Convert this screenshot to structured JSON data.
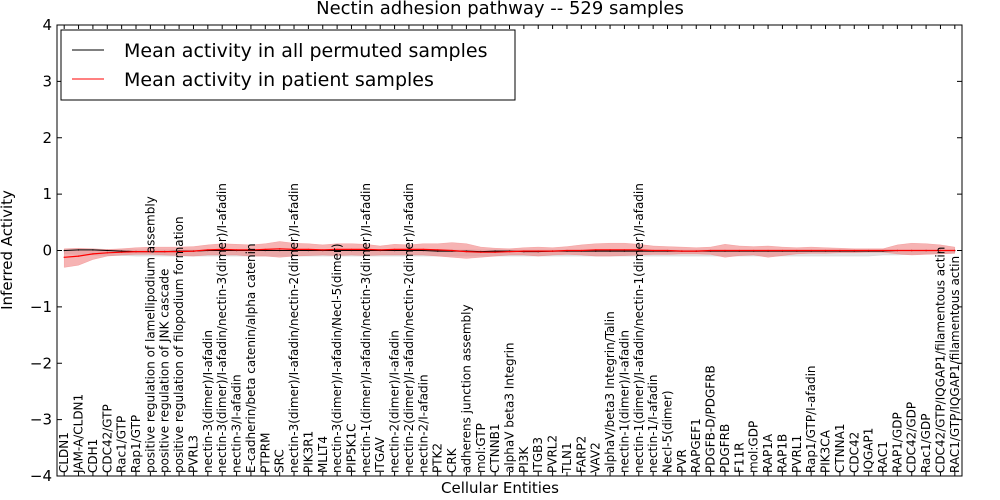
{
  "chart_data": {
    "type": "line",
    "title": "Nectin adhesion pathway -- 529 samples",
    "xlabel": "Cellular Entities",
    "ylabel": "Inferred Activity",
    "ylim": [
      -4,
      4
    ],
    "yticks": [
      "4",
      "3",
      "2",
      "1",
      "0",
      "−1",
      "−2",
      "−3",
      "−4"
    ],
    "legend_position": "top-left",
    "colors": {
      "permuted": "#000000",
      "patient": "#ff0000",
      "patient_band": "#f08080",
      "permuted_band": "#c8c8c8"
    },
    "categories": [
      "CLDN1",
      "JAM-A/CLDN1",
      "CDH1",
      "CDC42/GTP",
      "Rac1/GTP",
      "Rap1/GTP",
      "positive regulation of lamellipodium assembly",
      "positive regulation of JNK cascade",
      "positive regulation of filopodium formation",
      "PVRL3",
      "nectin-3(dimer)/I-afadin",
      "nectin-3(dimer)/I-afadin/nectin-3(dimer)/I-afadin",
      "nectin-3/I-afadin",
      "E-cadherin/beta catenin/alpha catenin",
      "PTPRM",
      "SRC",
      "nectin-3(dimer)/I-afadin/nectin-2(dimer)/I-afadin",
      "PIK3R1",
      "MLLT4",
      "nectin-3(dimer)/I-afadin/Necl-5(dimer)",
      "PIP5K1C",
      "nectin-1(dimer)/I-afadin/nectin-3(dimer)/I-afadin",
      "ITGAV",
      "nectin-2(dimer)/I-afadin",
      "nectin-2(dimer)/I-afadin/nectin-2(dimer)/I-afadin",
      "nectin-2/I-afadin",
      "PTK2",
      "CRK",
      "adherens junction assembly",
      "mol:GTP",
      "CTNNB1",
      "alphaV beta3 Integrin",
      "PI3K",
      "ITGB3",
      "PVRL2",
      "TLN1",
      "FARP2",
      "VAV2",
      "alphaV/beta3 Integrin/Talin",
      "nectin-1(dimer)/I-afadin",
      "nectin-1(dimer)/I-afadin/nectin-1(dimer)/I-afadin",
      "nectin-1/I-afadin",
      "Necl-5(dimer)",
      "PVR",
      "RAPGEF1",
      "PDGFB-D/PDGFRB",
      "PDGFRB",
      "F11R",
      "mol:GDP",
      "RAP1A",
      "RAP1B",
      "PVRL1",
      "Rap1/GTP/I-afadin",
      "PIK3CA",
      "CTNNA1",
      "CDC42",
      "IQGAP1",
      "RAC1",
      "RAP1/GDP",
      "CDC42/GDP",
      "Rac1/GDP",
      "CDC42/GTP/IQGAP1/filamentous actin",
      "RAC1/GTP/IQGAP1/filamentous actin"
    ],
    "series": [
      {
        "name": "Mean activity in all permuted samples",
        "color": "#000000",
        "values": [
          0.0,
          0.01,
          0.01,
          0.0,
          -0.01,
          -0.02,
          -0.02,
          -0.02,
          -0.01,
          -0.01,
          0.0,
          0.0,
          0.0,
          0.0,
          0.0,
          0.0,
          0.0,
          0.0,
          0.0,
          0.0,
          0.0,
          0.0,
          0.0,
          0.0,
          0.0,
          0.0,
          -0.01,
          -0.01,
          -0.01,
          -0.02,
          -0.01,
          -0.01,
          -0.02,
          -0.02,
          -0.01,
          -0.01,
          -0.01,
          -0.01,
          -0.01,
          -0.01,
          -0.01,
          -0.01,
          -0.01,
          -0.01,
          -0.01,
          -0.01,
          -0.01,
          -0.01,
          -0.01,
          -0.01,
          -0.01,
          -0.01,
          -0.01,
          -0.01,
          -0.01,
          -0.01,
          -0.01,
          -0.01,
          0.0,
          0.0,
          0.0,
          0.0,
          0.0
        ]
      },
      {
        "name": "Mean activity in patient samples",
        "color": "#ff0000",
        "values": [
          -0.12,
          -0.1,
          -0.06,
          -0.04,
          -0.03,
          -0.02,
          -0.02,
          -0.02,
          -0.02,
          -0.01,
          0.01,
          0.02,
          0.01,
          0.01,
          0.02,
          0.03,
          0.02,
          0.02,
          0.01,
          0.02,
          0.02,
          0.02,
          0.01,
          0.02,
          0.02,
          0.02,
          0.01,
          0.0,
          -0.02,
          -0.03,
          -0.03,
          -0.02,
          -0.01,
          -0.01,
          -0.01,
          0.0,
          0.0,
          0.01,
          0.01,
          0.01,
          0.01,
          0.0,
          0.0,
          -0.01,
          -0.01,
          0.0,
          0.0,
          0.0,
          0.0,
          0.0,
          0.0,
          0.0,
          0.0,
          0.0,
          0.0,
          0.0,
          0.0,
          0.0,
          0.0,
          0.0,
          0.0,
          0.0,
          0.0
        ]
      }
    ],
    "patient_band": {
      "upper": [
        0.03,
        0.04,
        0.03,
        0.02,
        0.03,
        0.05,
        0.06,
        0.06,
        0.06,
        0.07,
        0.1,
        0.12,
        0.11,
        0.1,
        0.12,
        0.16,
        0.13,
        0.12,
        0.1,
        0.12,
        0.12,
        0.11,
        0.08,
        0.11,
        0.1,
        0.12,
        0.12,
        0.14,
        0.12,
        0.06,
        0.04,
        0.03,
        0.05,
        0.06,
        0.05,
        0.07,
        0.1,
        0.12,
        0.13,
        0.13,
        0.11,
        0.08,
        0.07,
        0.06,
        0.05,
        0.06,
        0.11,
        0.08,
        0.07,
        0.08,
        0.06,
        0.05,
        0.06,
        0.05,
        0.04,
        0.03,
        0.03,
        0.03,
        0.1,
        0.13,
        0.12,
        0.1,
        0.06
      ],
      "lower": [
        -0.3,
        -0.26,
        -0.16,
        -0.1,
        -0.08,
        -0.07,
        -0.07,
        -0.08,
        -0.09,
        -0.1,
        -0.08,
        -0.08,
        -0.08,
        -0.1,
        -0.1,
        -0.12,
        -0.1,
        -0.09,
        -0.08,
        -0.09,
        -0.08,
        -0.09,
        -0.08,
        -0.08,
        -0.08,
        -0.08,
        -0.1,
        -0.12,
        -0.14,
        -0.12,
        -0.1,
        -0.08,
        -0.08,
        -0.1,
        -0.08,
        -0.07,
        -0.08,
        -0.1,
        -0.1,
        -0.09,
        -0.08,
        -0.07,
        -0.07,
        -0.06,
        -0.06,
        -0.07,
        -0.12,
        -0.09,
        -0.08,
        -0.12,
        -0.09,
        -0.06,
        -0.05,
        -0.05,
        -0.04,
        -0.04,
        -0.03,
        -0.03,
        -0.06,
        -0.08,
        -0.07,
        -0.06,
        -0.05
      ]
    },
    "permuted_band": {
      "upper": [
        0.01,
        0.01,
        0.01,
        0.01,
        0.01,
        0.01,
        0.01,
        0.01,
        0.01,
        0.01,
        0.01,
        0.01,
        0.01,
        0.01,
        0.01,
        0.01,
        0.01,
        0.01,
        0.01,
        0.01,
        0.01,
        0.01,
        0.01,
        0.01,
        0.01,
        0.01,
        0.01,
        0.01,
        0.01,
        0.01,
        0.01,
        0.01,
        0.01,
        0.01,
        0.01,
        0.01,
        0.01,
        0.01,
        0.01,
        0.01,
        0.01,
        0.01,
        0.01,
        0.01,
        0.01,
        0.01,
        0.01,
        0.01,
        0.01,
        0.01,
        0.01,
        0.01,
        0.01,
        0.01,
        0.01,
        0.01,
        0.01,
        0.01,
        0.01,
        0.01,
        0.01,
        0.01,
        0.01
      ],
      "lower": [
        -0.06,
        -0.07,
        -0.08,
        -0.09,
        -0.09,
        -0.1,
        -0.1,
        -0.1,
        -0.1,
        -0.1,
        -0.1,
        -0.1,
        -0.1,
        -0.1,
        -0.1,
        -0.1,
        -0.1,
        -0.1,
        -0.1,
        -0.1,
        -0.1,
        -0.1,
        -0.1,
        -0.1,
        -0.1,
        -0.1,
        -0.1,
        -0.1,
        -0.1,
        -0.1,
        -0.1,
        -0.1,
        -0.1,
        -0.1,
        -0.1,
        -0.1,
        -0.1,
        -0.1,
        -0.1,
        -0.1,
        -0.1,
        -0.1,
        -0.1,
        -0.1,
        -0.1,
        -0.1,
        -0.1,
        -0.1,
        -0.1,
        -0.1,
        -0.1,
        -0.1,
        -0.1,
        -0.1,
        -0.1,
        -0.1,
        -0.1,
        -0.08,
        -0.08,
        -0.07,
        -0.06,
        -0.06,
        -0.05
      ]
    }
  }
}
